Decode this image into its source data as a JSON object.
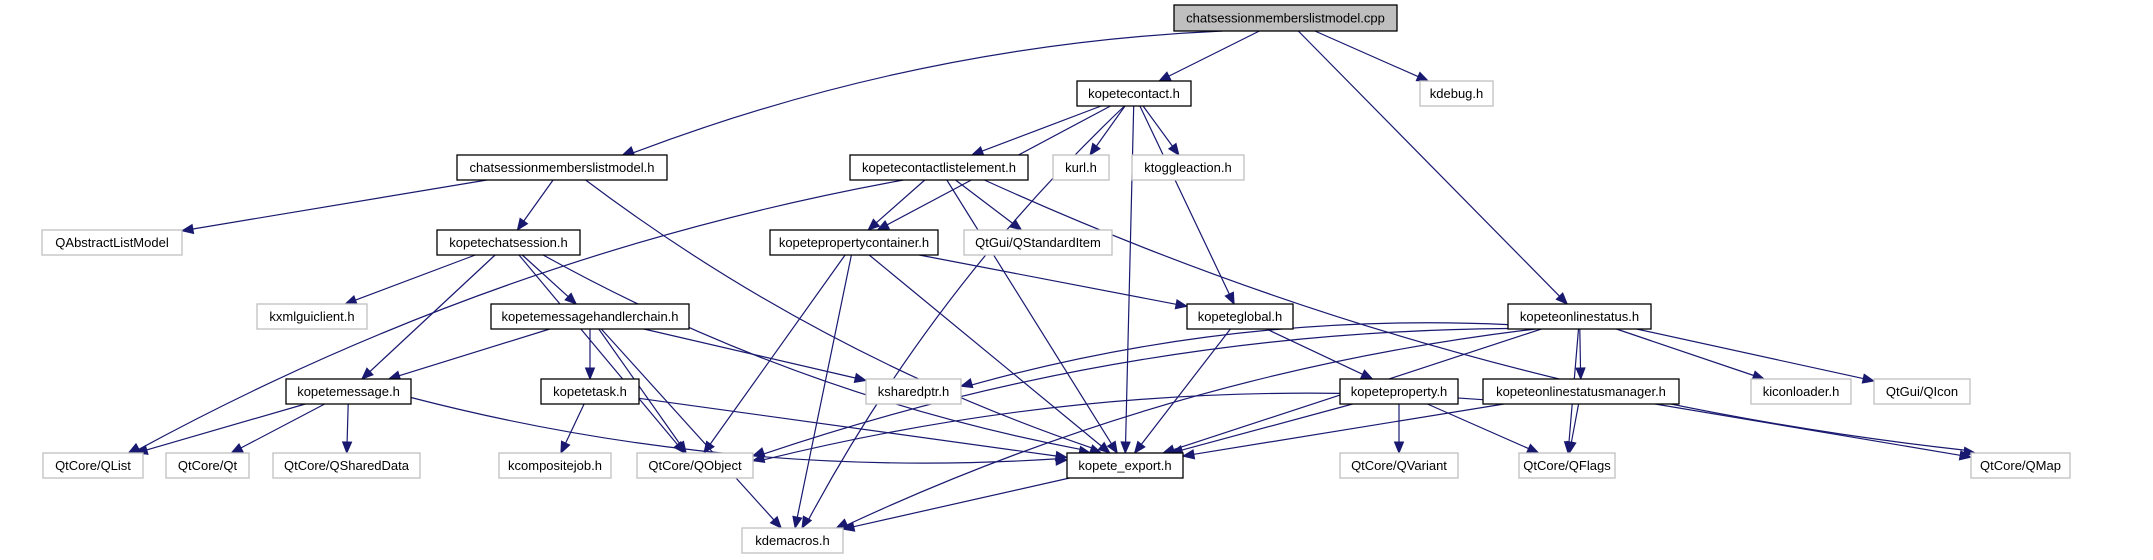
{
  "title": "chatsessionmemberslistmodel.cpp include dependency graph",
  "colors": {
    "edge": "#191970",
    "root_fill": "#bfbfbf",
    "primary_border": "#000000",
    "external_border": "#bfbfbf"
  },
  "nodes": [
    {
      "id": "root",
      "label": "chatsessionmemberslistmodel.cpp",
      "kind": "root"
    },
    {
      "id": "kopetecontact",
      "label": "kopetecontact.h",
      "kind": "primary"
    },
    {
      "id": "kdebug",
      "label": "kdebug.h",
      "kind": "external"
    },
    {
      "id": "cslm_h",
      "label": "chatsessionmemberslistmodel.h",
      "kind": "primary"
    },
    {
      "id": "kopetecontactlistelement",
      "label": "kopetecontactlistelement.h",
      "kind": "primary"
    },
    {
      "id": "kurl",
      "label": "kurl.h",
      "kind": "external"
    },
    {
      "id": "ktoggleaction",
      "label": "ktoggleaction.h",
      "kind": "external"
    },
    {
      "id": "qabstractlistmodel",
      "label": "QAbstractListModel",
      "kind": "external"
    },
    {
      "id": "kopetechatsession",
      "label": "kopetechatsession.h",
      "kind": "primary"
    },
    {
      "id": "kopetepropertycontainer",
      "label": "kopetepropertycontainer.h",
      "kind": "primary"
    },
    {
      "id": "qstandarditem",
      "label": "QtGui/QStandardItem",
      "kind": "external"
    },
    {
      "id": "kxmlguiclient",
      "label": "kxmlguiclient.h",
      "kind": "external"
    },
    {
      "id": "kopetemessagehandlerchain",
      "label": "kopetemessagehandlerchain.h",
      "kind": "primary"
    },
    {
      "id": "kopeteglobal",
      "label": "kopeteglobal.h",
      "kind": "primary"
    },
    {
      "id": "kopeteonlinestatus",
      "label": "kopeteonlinestatus.h",
      "kind": "primary"
    },
    {
      "id": "kopetemessage",
      "label": "kopetemessage.h",
      "kind": "primary"
    },
    {
      "id": "kopetetask",
      "label": "kopetetask.h",
      "kind": "primary"
    },
    {
      "id": "ksharedptr",
      "label": "ksharedptr.h",
      "kind": "external"
    },
    {
      "id": "kopeteproperty",
      "label": "kopeteproperty.h",
      "kind": "primary"
    },
    {
      "id": "kopeteonlinestatusmanager",
      "label": "kopeteonlinestatusmanager.h",
      "kind": "primary"
    },
    {
      "id": "kiconloader",
      "label": "kiconloader.h",
      "kind": "external"
    },
    {
      "id": "qicon",
      "label": "QtGui/QIcon",
      "kind": "external"
    },
    {
      "id": "qlist",
      "label": "QtCore/QList",
      "kind": "external"
    },
    {
      "id": "qt",
      "label": "QtCore/Qt",
      "kind": "external"
    },
    {
      "id": "qshareddata",
      "label": "QtCore/QSharedData",
      "kind": "external"
    },
    {
      "id": "kcompositejob",
      "label": "kcompositejob.h",
      "kind": "external"
    },
    {
      "id": "qobject",
      "label": "QtCore/QObject",
      "kind": "external"
    },
    {
      "id": "kopete_export",
      "label": "kopete_export.h",
      "kind": "primary"
    },
    {
      "id": "qvariant",
      "label": "QtCore/QVariant",
      "kind": "external"
    },
    {
      "id": "qflags",
      "label": "QtCore/QFlags",
      "kind": "external"
    },
    {
      "id": "qmap",
      "label": "QtCore/QMap",
      "kind": "external"
    },
    {
      "id": "kdemacros",
      "label": "kdemacros.h",
      "kind": "external"
    }
  ],
  "edges": [
    [
      "root",
      "kopetecontact"
    ],
    [
      "root",
      "kdebug"
    ],
    [
      "root",
      "cslm_h"
    ],
    [
      "root",
      "kopeteonlinestatus"
    ],
    [
      "kopetecontact",
      "kopetecontactlistelement"
    ],
    [
      "kopetecontact",
      "kurl"
    ],
    [
      "kopetecontact",
      "ktoggleaction"
    ],
    [
      "kopetecontact",
      "kopetepropertycontainer"
    ],
    [
      "kopetecontact",
      "kopeteglobal"
    ],
    [
      "kopetecontact",
      "kopete_export"
    ],
    [
      "kopetecontact",
      "kdemacros"
    ],
    [
      "cslm_h",
      "qabstractlistmodel"
    ],
    [
      "cslm_h",
      "kopetechatsession"
    ],
    [
      "cslm_h",
      "kopete_export"
    ],
    [
      "kopetecontactlistelement",
      "kopetepropertycontainer"
    ],
    [
      "kopetecontactlistelement",
      "qstandarditem"
    ],
    [
      "kopetecontactlistelement",
      "kopete_export"
    ],
    [
      "kopetecontactlistelement",
      "qlist"
    ],
    [
      "kopetecontactlistelement",
      "qmap"
    ],
    [
      "kopetechatsession",
      "kxmlguiclient"
    ],
    [
      "kopetechatsession",
      "kopetemessagehandlerchain"
    ],
    [
      "kopetechatsession",
      "kopetemessage"
    ],
    [
      "kopetechatsession",
      "qobject"
    ],
    [
      "kopetechatsession",
      "kopete_export"
    ],
    [
      "kopetepropertycontainer",
      "kopeteglobal"
    ],
    [
      "kopetepropertycontainer",
      "qobject"
    ],
    [
      "kopetepropertycontainer",
      "kopete_export"
    ],
    [
      "kopetepropertycontainer",
      "kdemacros"
    ],
    [
      "kopetemessagehandlerchain",
      "kopetemessage"
    ],
    [
      "kopetemessagehandlerchain",
      "kopetetask"
    ],
    [
      "kopetemessagehandlerchain",
      "ksharedptr"
    ],
    [
      "kopetemessagehandlerchain",
      "qobject"
    ],
    [
      "kopetemessagehandlerchain",
      "kdemacros"
    ],
    [
      "kopeteglobal",
      "kopeteproperty"
    ],
    [
      "kopeteglobal",
      "kopete_export"
    ],
    [
      "kopeteonlinestatus",
      "kopeteonlinestatusmanager"
    ],
    [
      "kopeteonlinestatus",
      "ksharedptr"
    ],
    [
      "kopeteonlinestatus",
      "kiconloader"
    ],
    [
      "kopeteonlinestatus",
      "qicon"
    ],
    [
      "kopeteonlinestatus",
      "qflags"
    ],
    [
      "kopeteonlinestatus",
      "qobject"
    ],
    [
      "kopeteonlinestatus",
      "kopete_export"
    ],
    [
      "kopeteonlinestatus",
      "kdemacros"
    ],
    [
      "kopetemessage",
      "qlist"
    ],
    [
      "kopetemessage",
      "qt"
    ],
    [
      "kopetemessage",
      "qshareddata"
    ],
    [
      "kopetemessage",
      "kopete_export"
    ],
    [
      "kopetetask",
      "kcompositejob"
    ],
    [
      "kopetetask",
      "kopete_export"
    ],
    [
      "kopeteproperty",
      "qvariant"
    ],
    [
      "kopeteproperty",
      "qflags"
    ],
    [
      "kopeteproperty",
      "kopete_export"
    ],
    [
      "kopeteonlinestatusmanager",
      "qflags"
    ],
    [
      "kopeteonlinestatusmanager",
      "qmap"
    ],
    [
      "kopeteonlinestatusmanager",
      "qobject"
    ],
    [
      "kopeteonlinestatusmanager",
      "kopete_export"
    ],
    [
      "kopete_export",
      "kdemacros"
    ]
  ]
}
